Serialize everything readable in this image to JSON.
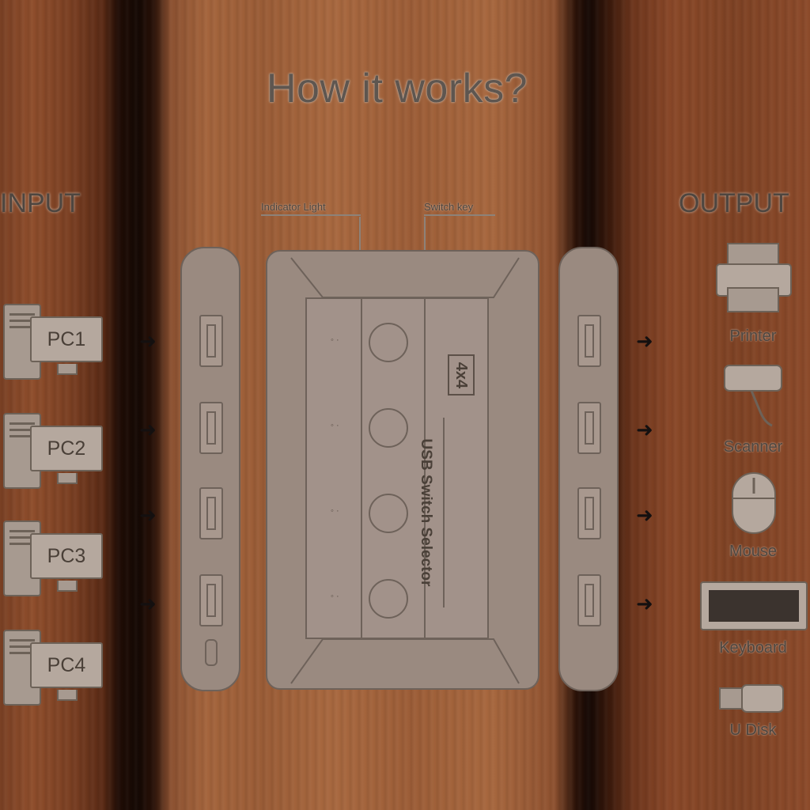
{
  "title": "How it works?",
  "input_label": "INPUT",
  "output_label": "OUTPUT",
  "pcs": [
    {
      "label": "PC1"
    },
    {
      "label": "PC2"
    },
    {
      "label": "PC3"
    },
    {
      "label": "PC4"
    }
  ],
  "callouts": {
    "indicator": "Indicator Light",
    "switch_key": "Switch key"
  },
  "device_center": {
    "badge": "4x4",
    "name": "USB Switch Selector"
  },
  "outputs": [
    {
      "label": "Printer",
      "icon": "printer-icon"
    },
    {
      "label": "Scanner",
      "icon": "scanner-icon"
    },
    {
      "label": "Mouse",
      "icon": "mouse-icon"
    },
    {
      "label": "Keyboard",
      "icon": "keyboard-icon"
    },
    {
      "label": "U Disk",
      "icon": "usb-disk-icon"
    }
  ],
  "colors": {
    "wood": "#9c5d37",
    "panel": "#9a8a80",
    "outline": "#6e625a"
  }
}
